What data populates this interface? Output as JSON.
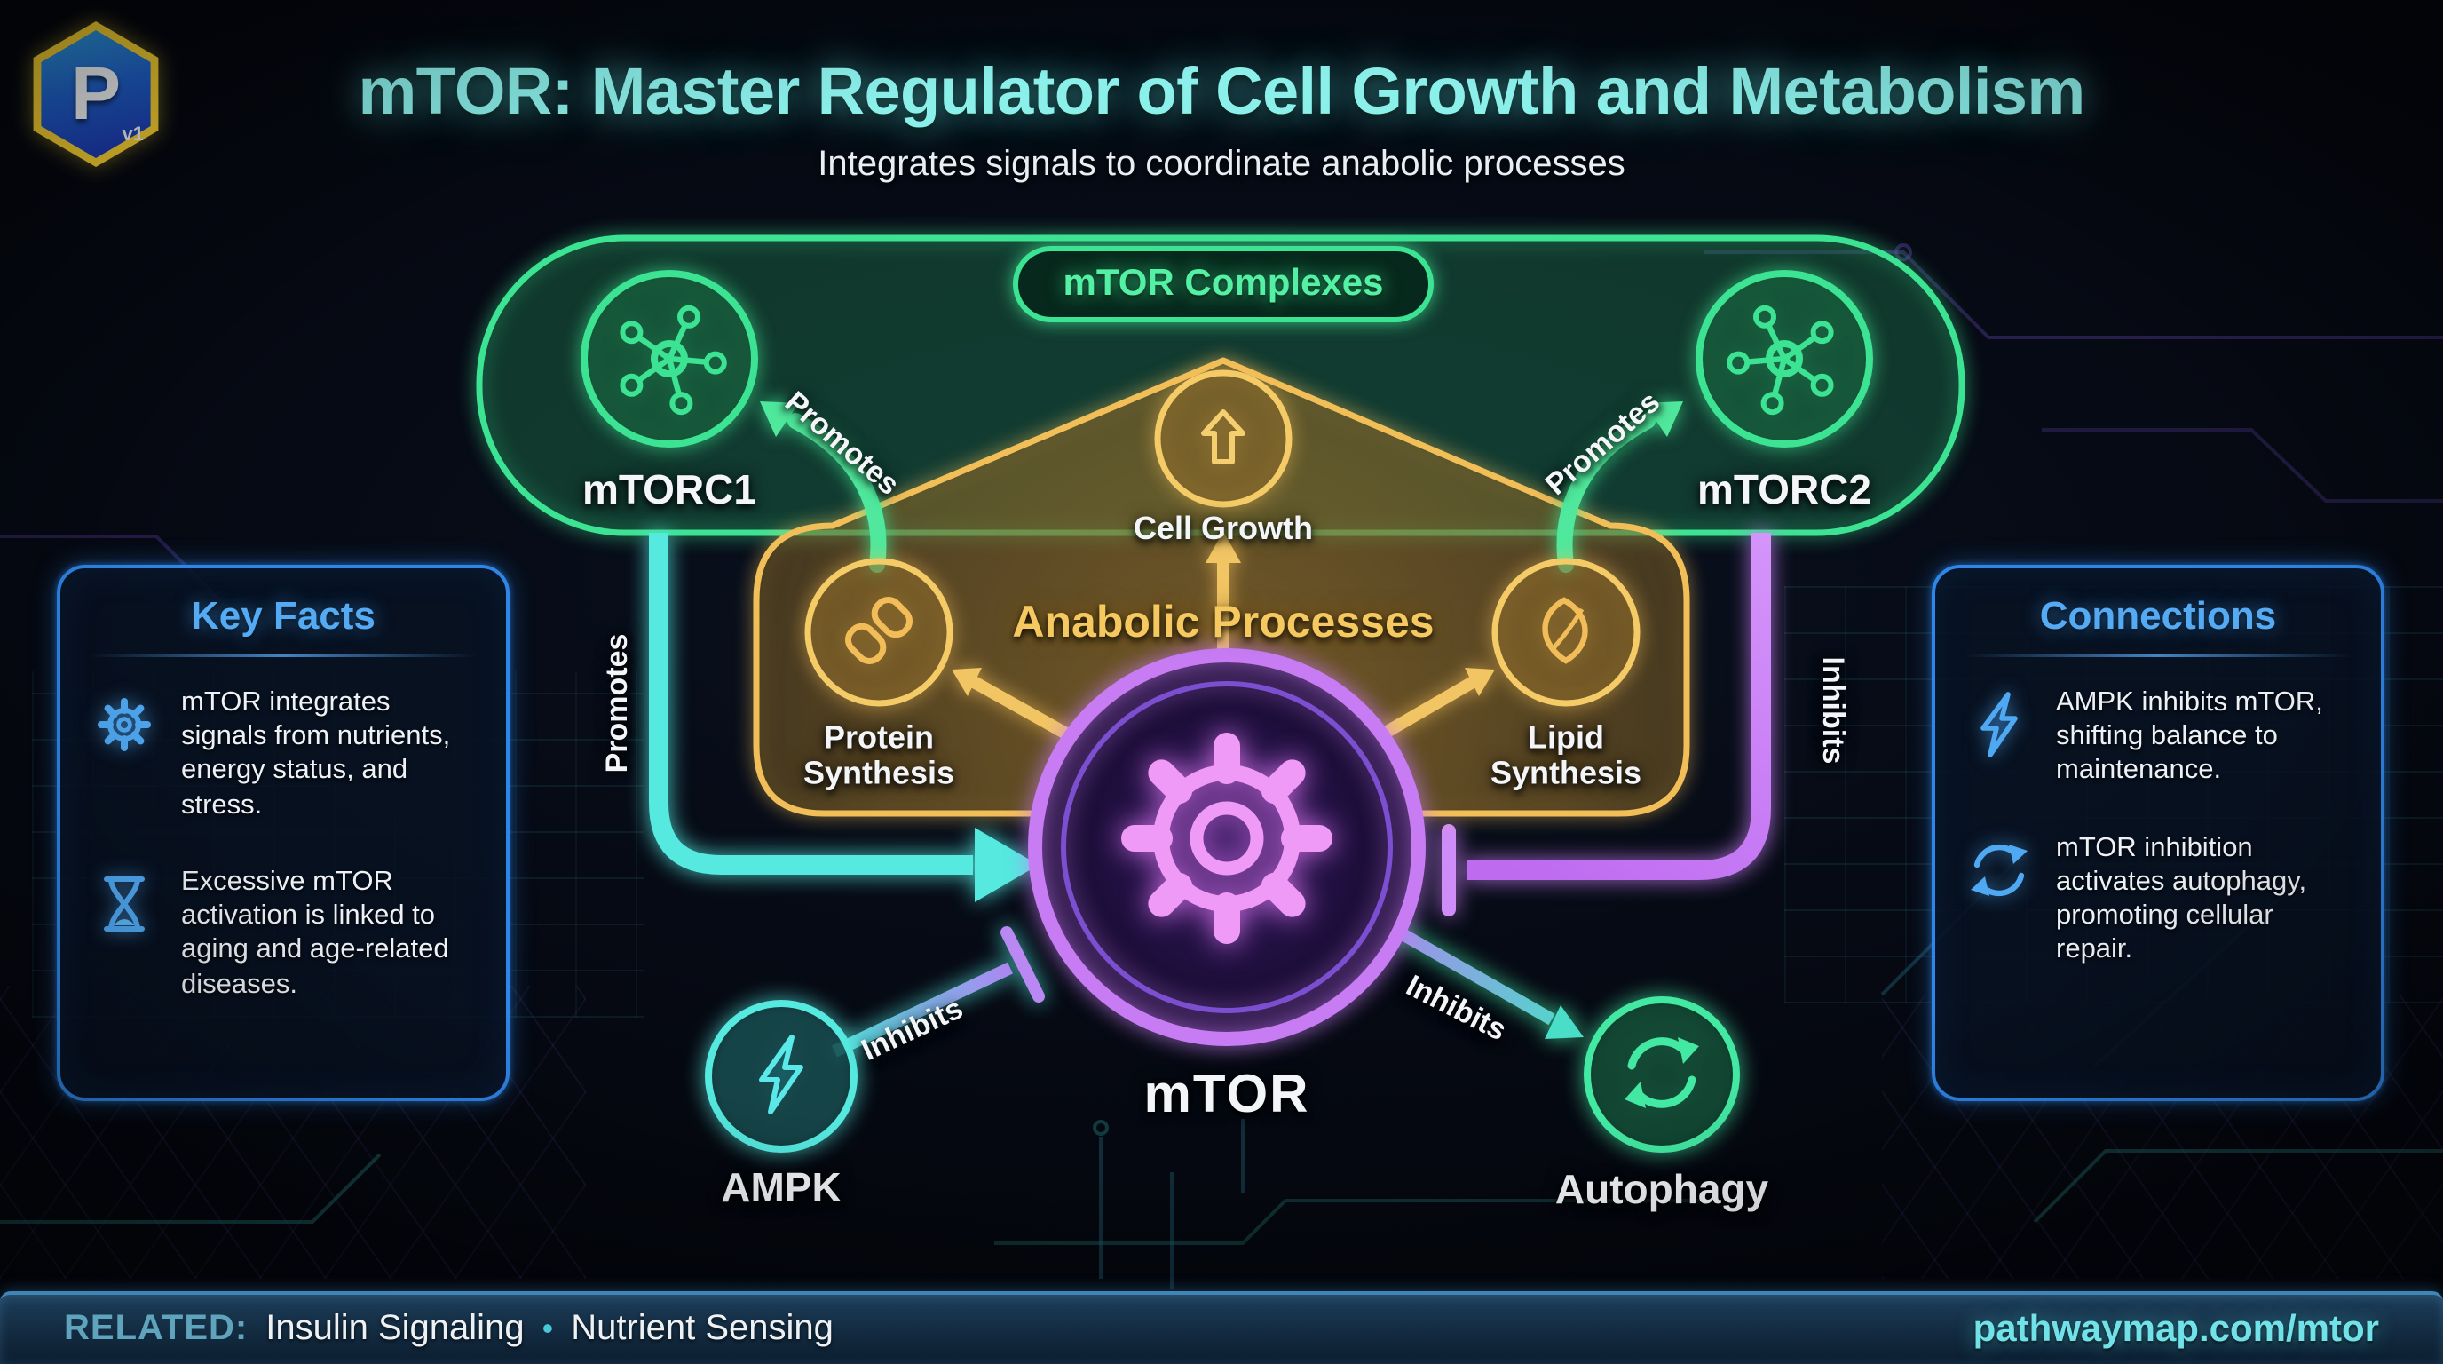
{
  "logo": {
    "letter": "P",
    "version": "v1"
  },
  "header": {
    "title": "mTOR: Master Regulator of Cell Growth and Metabolism",
    "subtitle": "Integrates signals to coordinate anabolic processes"
  },
  "complexes": {
    "container_label": "mTOR Complexes"
  },
  "nodes": {
    "mtorc1": "mTORC1",
    "mtorc2": "mTORC2",
    "cell_growth": "Cell Growth",
    "anabolic": "Anabolic Processes",
    "protein_synthesis": "Protein Synthesis",
    "lipid_synthesis": "Lipid Synthesis",
    "mtor": "mTOR",
    "ampk": "AMPK",
    "autophagy": "Autophagy"
  },
  "edges": {
    "to_mtorc1": "Promotes",
    "to_mtorc2": "Promotes",
    "mtorc1_to_mtor": "Promotes",
    "mtorc2_to_mtor": "Inhibits",
    "ampk_to_mtor": "Inhibits",
    "mtor_to_autophagy": "Inhibits"
  },
  "panels": {
    "key_facts": {
      "title": "Key Facts",
      "items": [
        {
          "icon": "gear-icon",
          "text": "mTOR integrates signals from nutrients, energy status, and stress."
        },
        {
          "icon": "hourglass-icon",
          "text": "Excessive mTOR activation is linked to aging and age-related diseases."
        }
      ]
    },
    "connections": {
      "title": "Connections",
      "items": [
        {
          "icon": "bolt-icon",
          "text": "AMPK inhibits mTOR, shifting balance to maintenance."
        },
        {
          "icon": "refresh-icon",
          "text": "mTOR inhibition activates autophagy, promoting cellular repair."
        }
      ]
    }
  },
  "footer": {
    "related_label": "RELATED:",
    "topics": [
      "Insulin Signaling",
      "Nutrient Sensing"
    ],
    "bullet": "•",
    "url": "pathwaymap.com/mtor"
  },
  "colors": {
    "title_cyan": "#8BEFEA",
    "green": "#3CE392",
    "gold": "#F2BE58",
    "purple": "#C77CF4",
    "teal": "#55E9E0",
    "panel_blue": "#2E86E8",
    "footer_url": "#72E2EA"
  }
}
